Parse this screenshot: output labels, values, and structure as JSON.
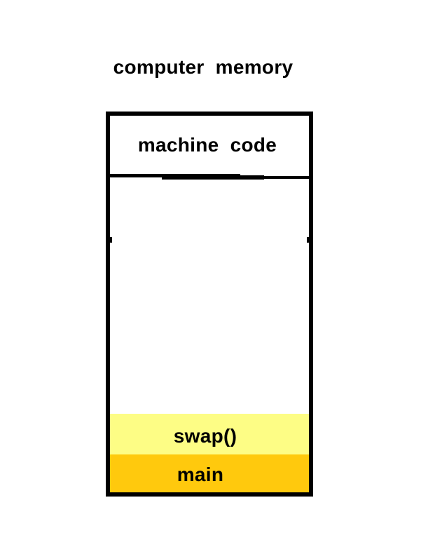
{
  "title": "computer memory",
  "memory_box": {
    "stroke_color": "#000000",
    "background": "#FFFFFF",
    "sections": [
      {
        "name": "machine-code",
        "label": "machine code",
        "fill": "#FFFFFF"
      },
      {
        "name": "free-space",
        "label": "",
        "fill": "#FFFFFF"
      },
      {
        "name": "swap",
        "label": "swap()",
        "fill": "#FDFD85"
      },
      {
        "name": "main",
        "label": "main",
        "fill": "#FFC90D"
      }
    ]
  }
}
